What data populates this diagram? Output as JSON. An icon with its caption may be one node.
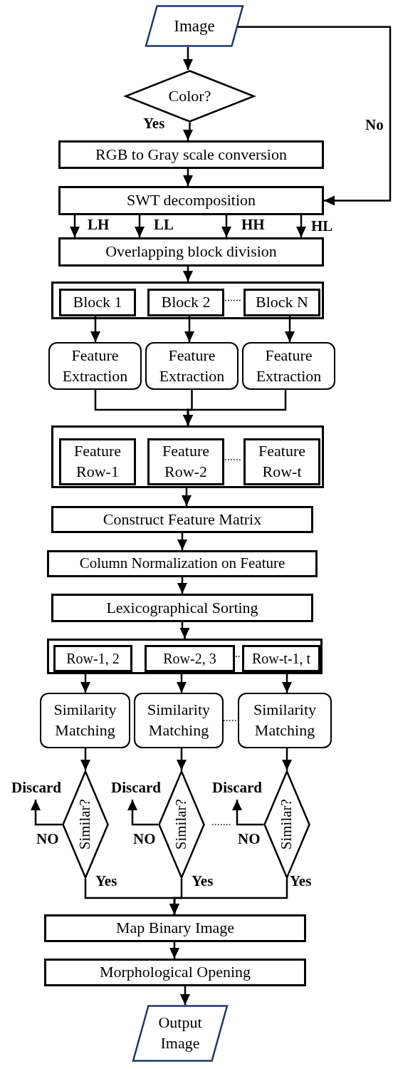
{
  "diagram": {
    "nodes": [
      {
        "text": [
          "Image"
        ]
      },
      {
        "text": [
          "Color?"
        ]
      },
      {
        "text": [
          "RGB to Gray scale conversion"
        ]
      },
      {
        "text": [
          "SWT decomposition"
        ]
      },
      {
        "text": [
          "Overlapping block division"
        ]
      },
      {
        "text": [],
        "shape": "box"
      },
      {
        "text": [
          "Block 1"
        ],
        "in": 5
      },
      {
        "text": [
          "Block 2"
        ],
        "in": 5
      },
      {
        "text": [
          "Block N"
        ],
        "in": 5
      },
      {
        "text": [
          "Feature Extraction"
        ]
      },
      {
        "text": [
          "Feature Extraction"
        ]
      },
      {
        "text": [
          "Feature Extraction"
        ]
      },
      {
        "text": [],
        "shape": "box"
      },
      {
        "text": [
          "Feature Row-1"
        ],
        "in": 12
      },
      {
        "text": [
          "Feature Row-2"
        ],
        "in": 12
      },
      {
        "text": [
          "Feature Row-t"
        ],
        "in": 12
      },
      {
        "text": [
          "Construct Feature Matrix"
        ]
      },
      {
        "text": [
          "Column Normalization on Feature"
        ]
      },
      {
        "text": [
          "Lexicographical Sorting"
        ]
      },
      {
        "text": [],
        "shape": "box"
      },
      {
        "text": [
          "Row-1, 2"
        ],
        "in": 19
      },
      {
        "text": [
          "Row-2, 3"
        ],
        "in": 19
      },
      {
        "text": [
          "Row-t-1, t"
        ],
        "in": 19
      },
      {
        "text": [
          "Similarity Matching"
        ]
      },
      {
        "text": [
          "Similarity Matching"
        ]
      },
      {
        "text": [
          "Similarity Matching"
        ]
      },
      {
        "text": [
          "Similar?"
        ]
      },
      {
        "text": [
          "Similar?"
        ]
      },
      {
        "text": [
          "Similar?"
        ]
      },
      {
        "text": [
          "Discard"
        ]
      },
      {
        "text": [
          "Discard"
        ]
      },
      {
        "text": [
          "Discard"
        ]
      },
      {
        "text": [
          "Map Binary Image"
        ]
      },
      {
        "text": [
          "Morphological Opening"
        ]
      },
      {
        "text": [
          "Output Image"
        ]
      }
    ],
    "edges": [
      {
        "from": 0,
        "to": 1,
        "arrow": "to"
      },
      {
        "from": 1,
        "to": 2,
        "arrow": "to",
        "label": "Yes"
      },
      {
        "from": 0,
        "to": 3,
        "arrow": "to",
        "label": "No"
      },
      {
        "from": 2,
        "to": 3,
        "arrow": "to"
      },
      {
        "from": 3,
        "to": 4,
        "arrow": "to",
        "label": "LH"
      },
      {
        "from": 3,
        "to": 4,
        "arrow": "to",
        "label": "LL"
      },
      {
        "from": 3,
        "to": 4,
        "arrow": "to",
        "label": "HH"
      },
      {
        "from": 3,
        "to": 4,
        "arrow": "to",
        "label": "HL"
      },
      {
        "from": 4,
        "to": 5,
        "arrow": "to"
      },
      {
        "from": 6,
        "to": 9,
        "arrow": "to"
      },
      {
        "from": 7,
        "to": 10,
        "arrow": "to"
      },
      {
        "from": 8,
        "to": 11,
        "arrow": "to"
      },
      {
        "from": 9,
        "to": 12,
        "arrow": "to"
      },
      {
        "from": 10,
        "to": 12,
        "arrow": "to"
      },
      {
        "from": 11,
        "to": 12,
        "arrow": "to"
      },
      {
        "from": 7,
        "to": 8,
        "arrow": "none",
        "style": "dashed"
      },
      {
        "from": 12,
        "to": 16,
        "arrow": "to"
      },
      {
        "from": 14,
        "to": 15,
        "arrow": "none",
        "style": "dashed"
      },
      {
        "from": 16,
        "to": 17,
        "arrow": "to"
      },
      {
        "from": 17,
        "to": 18,
        "arrow": "to"
      },
      {
        "from": 18,
        "to": 19,
        "arrow": "to"
      },
      {
        "from": 21,
        "to": 22,
        "arrow": "none",
        "style": "dashed"
      },
      {
        "from": 20,
        "to": 23,
        "arrow": "to"
      },
      {
        "from": 21,
        "to": 24,
        "arrow": "to"
      },
      {
        "from": 22,
        "to": 25,
        "arrow": "to"
      },
      {
        "from": 24,
        "to": 25,
        "arrow": "none",
        "style": "dashed"
      },
      {
        "from": 23,
        "to": 26,
        "arrow": "to"
      },
      {
        "from": 24,
        "to": 27,
        "arrow": "to"
      },
      {
        "from": 25,
        "to": 28,
        "arrow": "to"
      },
      {
        "from": 26,
        "to": 29,
        "arrow": "to",
        "label": "NO"
      },
      {
        "from": 27,
        "to": 30,
        "arrow": "to",
        "label": "NO"
      },
      {
        "from": 28,
        "to": 31,
        "arrow": "to",
        "label": "NO"
      },
      {
        "from": 26,
        "to": 32,
        "arrow": "to",
        "label": "Yes"
      },
      {
        "from": 27,
        "to": 32,
        "arrow": "to",
        "label": "Yes"
      },
      {
        "from": 28,
        "to": 32,
        "arrow": "to",
        "label": "Yes"
      },
      {
        "from": 32,
        "to": 33,
        "arrow": "to"
      },
      {
        "from": 33,
        "to": 34,
        "arrow": "to"
      }
    ]
  }
}
